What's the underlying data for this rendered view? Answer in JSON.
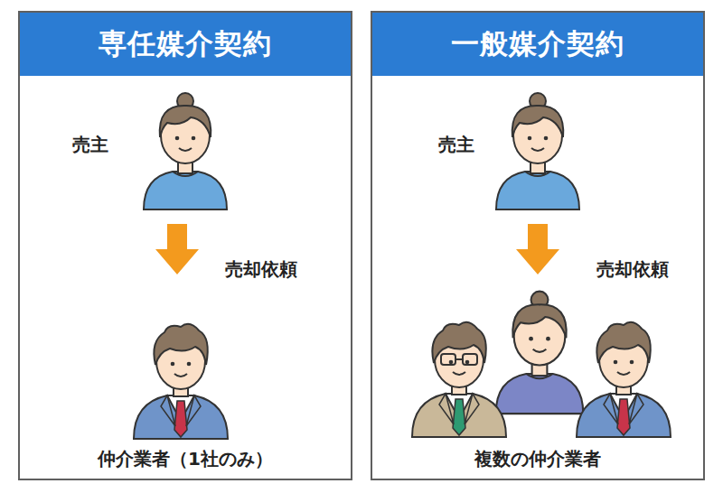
{
  "diagram": {
    "nodes": [
      {
        "text": [
          "専任媒介契約"
        ]
      },
      {
        "text": [
          "一般媒介契約"
        ]
      }
    ],
    "labels": [
      "売主",
      "売却依頼",
      "仲介業者（1社のみ）",
      "売主",
      "売却依頼",
      "複数の仲介業者"
    ]
  }
}
